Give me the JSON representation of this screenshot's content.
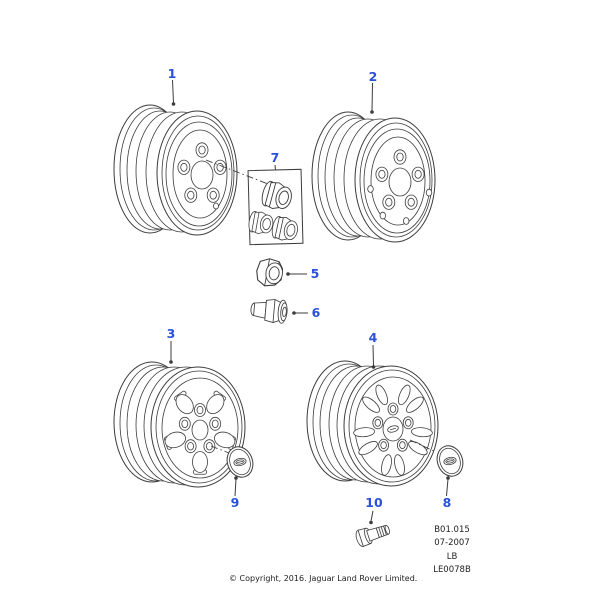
{
  "theme": {
    "background": "#ffffff",
    "line_color": "#3c3c3c",
    "label_color": "#2b50d9",
    "footer_text_color": "#222222"
  },
  "callouts": [
    {
      "label": "1"
    },
    {
      "label": "2"
    },
    {
      "label": "3"
    },
    {
      "label": "4"
    },
    {
      "label": "5"
    },
    {
      "label": "6"
    },
    {
      "label": "7"
    },
    {
      "label": "8"
    },
    {
      "label": "9"
    },
    {
      "label": "10"
    }
  ],
  "doc_info": {
    "lines": [
      "B01.015",
      "07-2007",
      "LB",
      "LE0078B"
    ]
  },
  "footer": {
    "copyright": "© Copyright, 2016. Jaguar Land Rover Limited."
  }
}
